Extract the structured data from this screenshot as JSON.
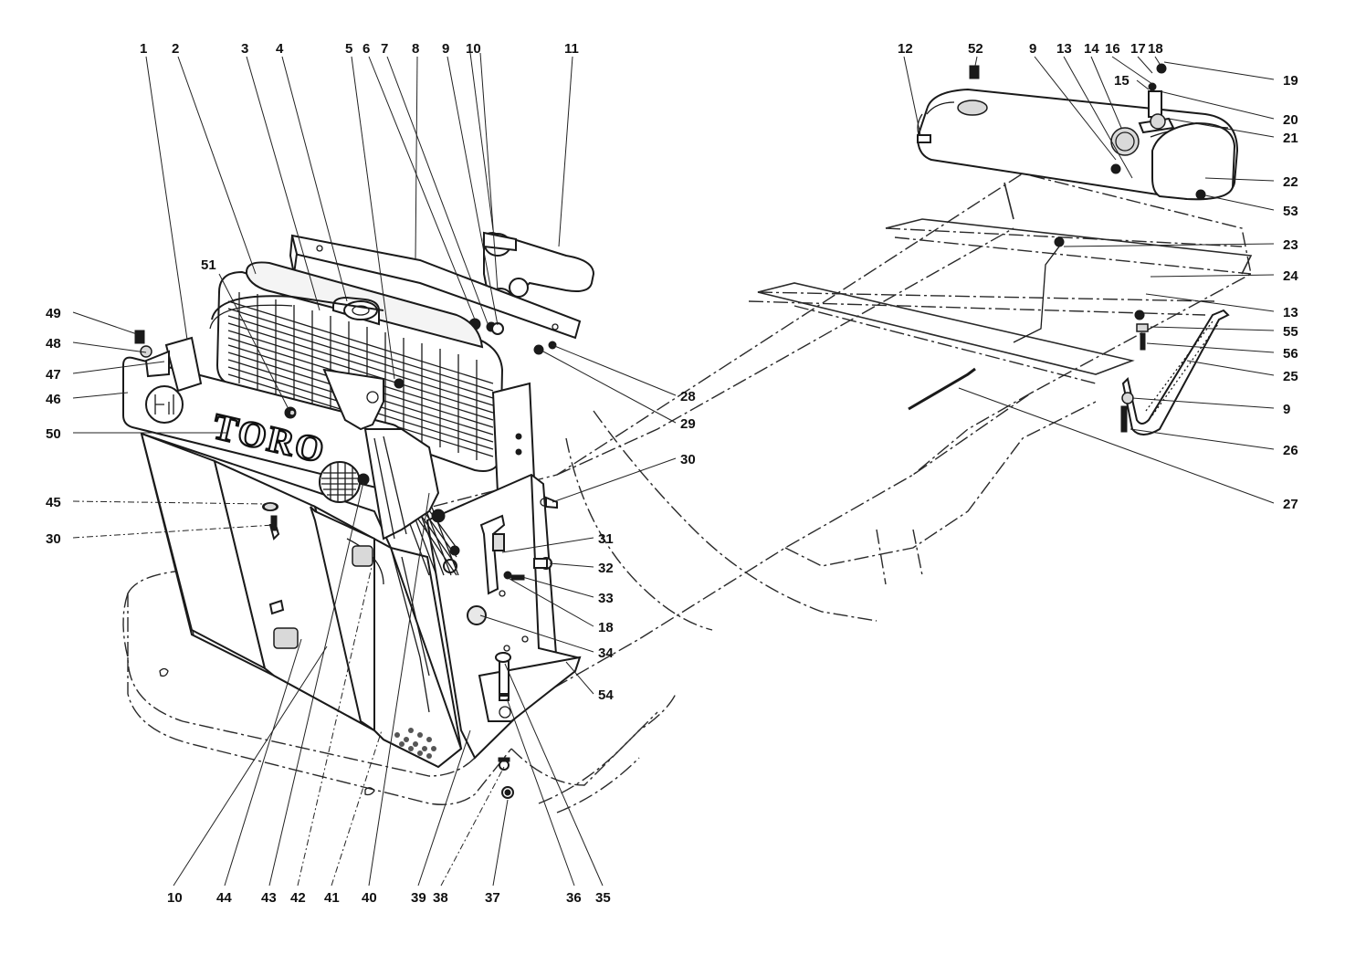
{
  "diagram": {
    "brand_text": "TORO",
    "callout_numbers": {
      "top": [
        "1",
        "2",
        "3",
        "4",
        "5",
        "6",
        "7",
        "8",
        "9",
        "10",
        "11"
      ],
      "top_right": [
        "12",
        "52",
        "9",
        "13",
        "14",
        "16",
        "17",
        "18",
        "15",
        "19",
        "20",
        "21",
        "22",
        "53",
        "23",
        "24",
        "13",
        "55",
        "56",
        "25",
        "9",
        "26",
        "27"
      ],
      "middle": [
        "28",
        "29",
        "30",
        "31",
        "32",
        "33",
        "18",
        "34",
        "54"
      ],
      "left": [
        "49",
        "48",
        "47",
        "46",
        "50",
        "51",
        "45",
        "30"
      ],
      "bottom": [
        "10",
        "44",
        "43",
        "42",
        "41",
        "40",
        "39",
        "38",
        "37",
        "36",
        "35"
      ]
    }
  }
}
